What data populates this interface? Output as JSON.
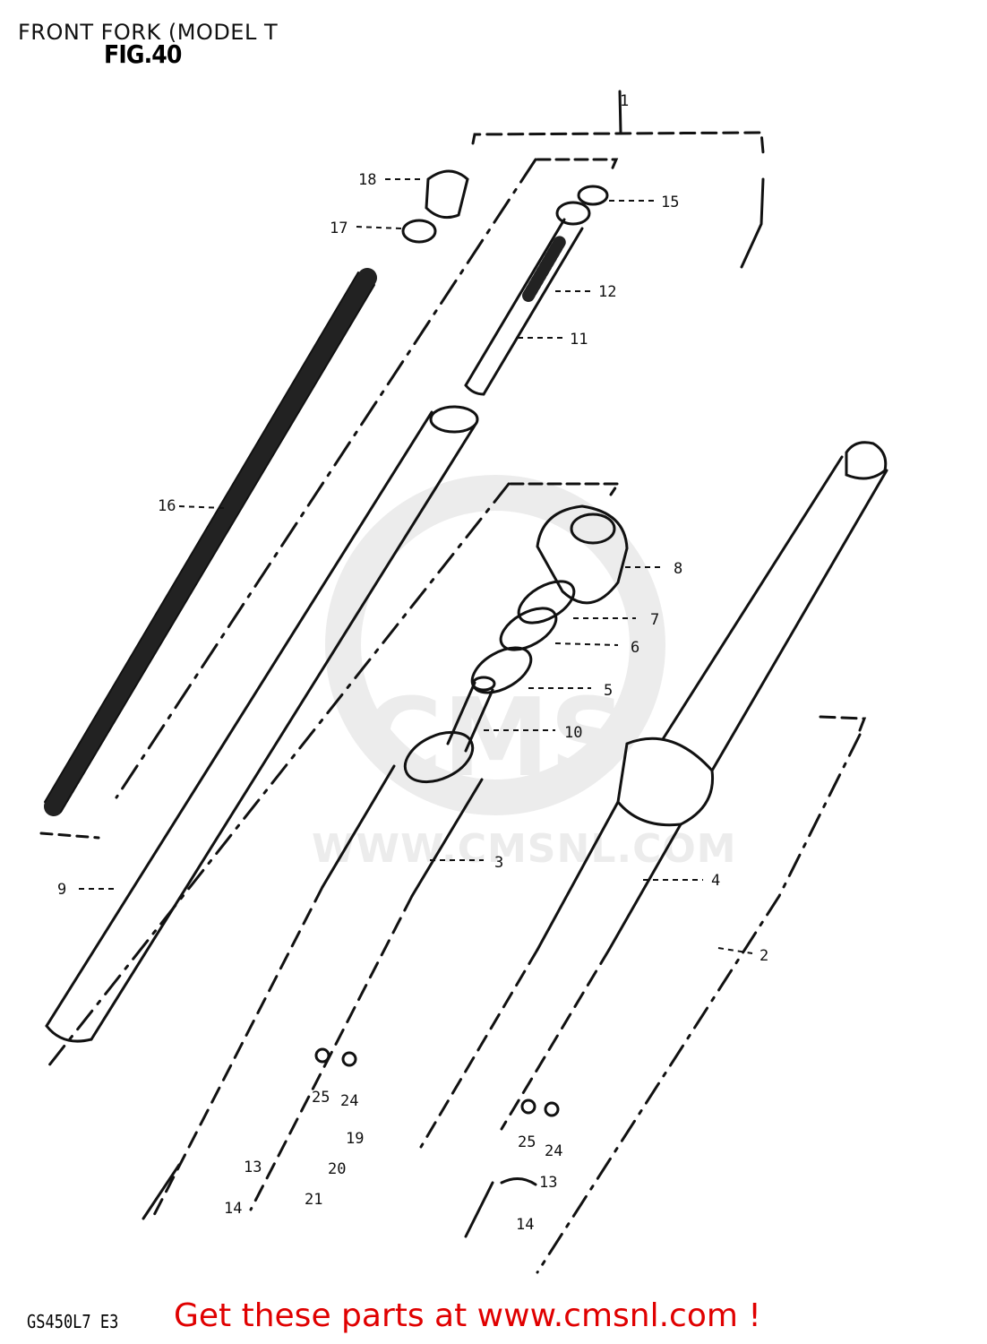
{
  "header": {
    "title": "FRONT FORK (MODEL T",
    "figure": "FIG.40"
  },
  "footer": {
    "model_code": "GS450L7 E3",
    "promo": "Get these parts at www.cmsnl.com !"
  },
  "watermark": {
    "text": "WWW.CMSNL.COM",
    "logo": "CMS"
  },
  "callouts": [
    "1",
    "2",
    "3",
    "4",
    "5",
    "6",
    "7",
    "8",
    "9",
    "10",
    "11",
    "12",
    "13",
    "14",
    "15",
    "16",
    "17",
    "18",
    "19",
    "20",
    "21",
    "24",
    "25"
  ],
  "colors": {
    "promo": "#e00000",
    "watermark": "#ececec",
    "line": "#111111"
  }
}
